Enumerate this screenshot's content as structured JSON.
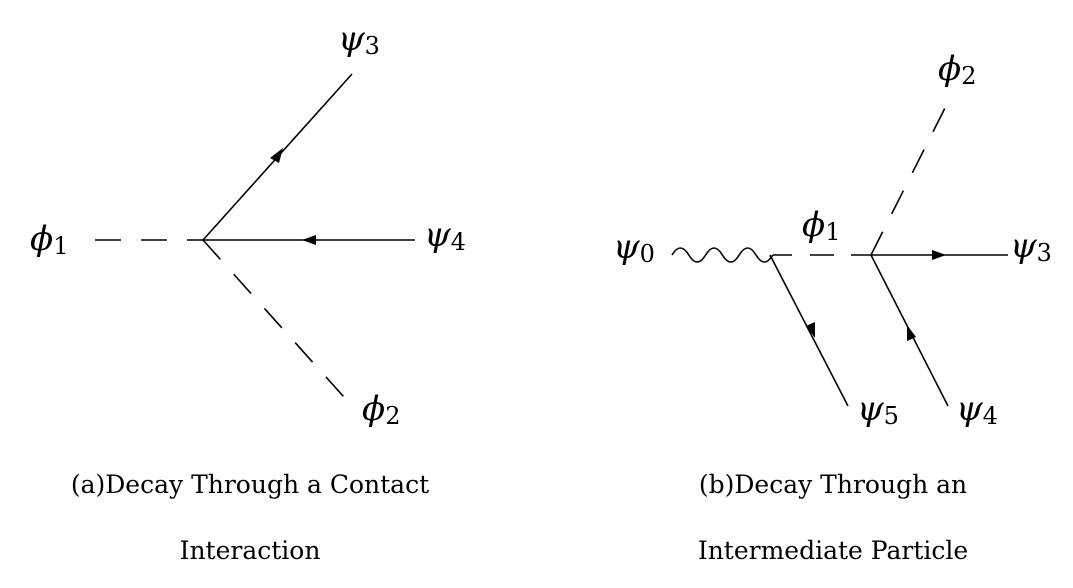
{
  "diagram_a": {
    "labels": {
      "phi1": {
        "symbol": "ϕ",
        "index": "1"
      },
      "psi3": {
        "symbol": "ψ",
        "index": "3"
      },
      "psi4": {
        "symbol": "ψ",
        "index": "4"
      },
      "phi2": {
        "symbol": "ϕ",
        "index": "2"
      }
    },
    "caption_line1": "(a)Decay Through a Contact",
    "caption_line2": "Interaction"
  },
  "diagram_b": {
    "labels": {
      "psi0": {
        "symbol": "ψ",
        "index": "0"
      },
      "phi1": {
        "symbol": "ϕ",
        "index": "1"
      },
      "phi2": {
        "symbol": "ϕ",
        "index": "2"
      },
      "psi3": {
        "symbol": "ψ",
        "index": "3"
      },
      "psi5": {
        "symbol": "ψ",
        "index": "5"
      },
      "psi4": {
        "symbol": "ψ",
        "index": "4"
      }
    },
    "caption_line1": "(b)Decay Through an",
    "caption_line2": "Intermediate Particle"
  }
}
